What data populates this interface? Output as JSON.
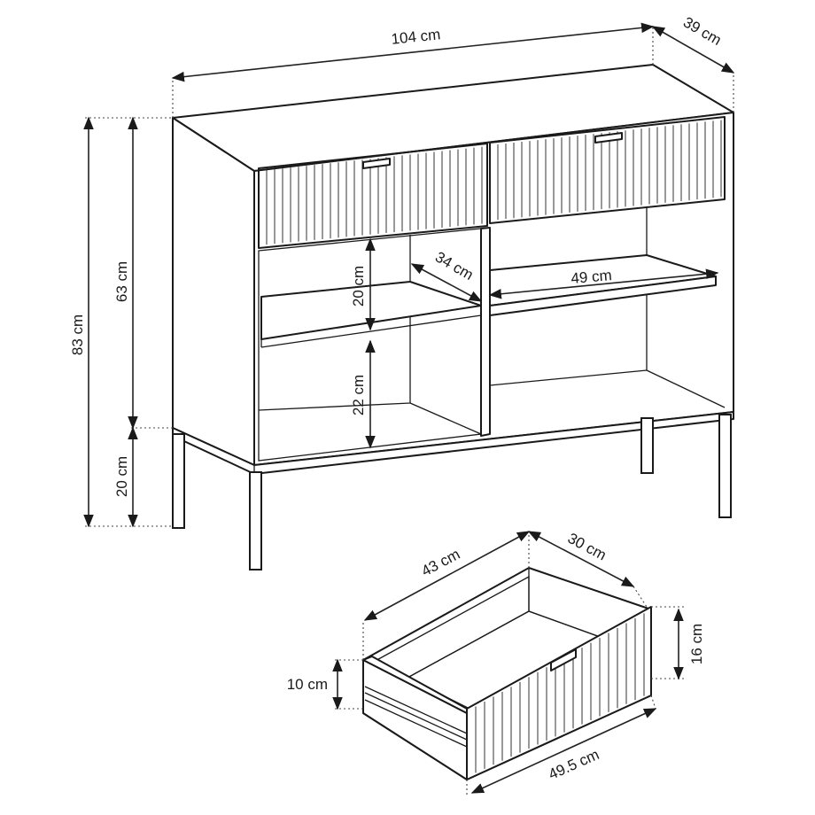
{
  "dimensions": {
    "width": "104 cm",
    "depth": "39 cm",
    "total_height": "83 cm",
    "body_height": "63 cm",
    "leg_height": "20 cm",
    "upper_shelf_height": "20 cm",
    "lower_shelf_height": "22 cm",
    "shelf_depth": "34 cm",
    "shelf_width": "49 cm",
    "drawer_inner_width": "43 cm",
    "drawer_inner_depth": "30 cm",
    "drawer_front_height": "16 cm",
    "drawer_side_height": "10 cm",
    "drawer_front_width": "49.5 cm"
  }
}
